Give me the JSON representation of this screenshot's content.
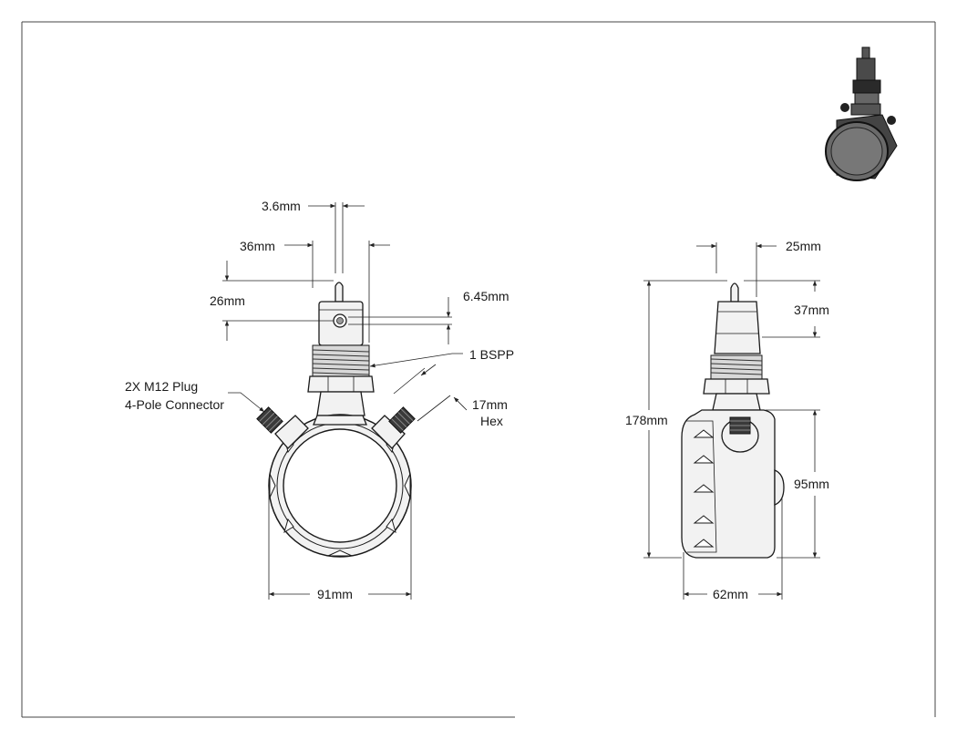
{
  "front_view": {
    "dimensions": {
      "pin_width": "3.6mm",
      "body_width": "36mm",
      "top_height": "26mm",
      "port_height": "6.45mm",
      "overall_width": "91mm"
    },
    "callouts": {
      "thread": "1 BSPP",
      "connector_line1": "2X M12 Plug",
      "connector_line2": "4-Pole Connector",
      "hex_line1": "17mm",
      "hex_line2": "Hex"
    }
  },
  "side_view": {
    "dimensions": {
      "top_width": "25mm",
      "top_height": "37mm",
      "overall_height": "178mm",
      "housing_height": "95mm",
      "depth": "62mm"
    }
  },
  "colors": {
    "line": "#1a1a1a",
    "body_fill": "#f2f2f2",
    "connector_fill": "#3a3a3a",
    "iso_face": "#6a6a6a"
  }
}
